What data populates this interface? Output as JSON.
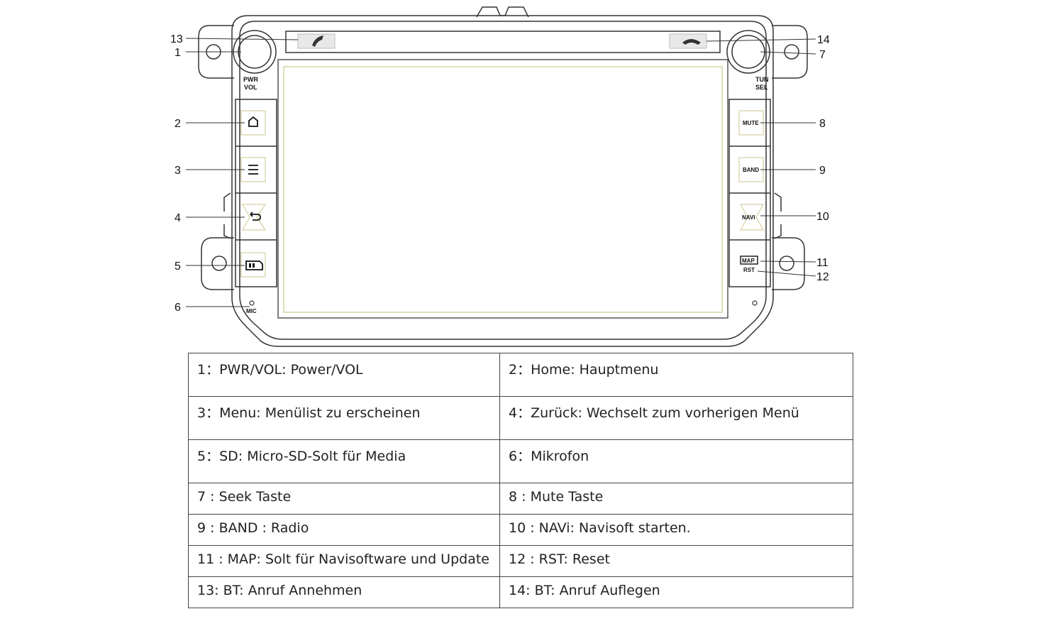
{
  "device": {
    "knob_left_label": [
      "PWR",
      "VOL"
    ],
    "knob_right_label": [
      "TUN",
      "SEL"
    ],
    "buttons_right": [
      "MUTE",
      "BAND",
      "NAVI",
      "MAP",
      "RST"
    ],
    "mic_label": "MIC",
    "icons": [
      "home-icon",
      "menu-icon",
      "back-icon",
      "sd-card-icon",
      "phone-answer-icon",
      "phone-hangup-icon"
    ]
  },
  "callouts": [
    "1",
    "2",
    "3",
    "4",
    "5",
    "6",
    "7",
    "8",
    "9",
    "10",
    "11",
    "12",
    "13",
    "14"
  ],
  "legend": {
    "rows": [
      [
        "1：PWR/VOL: Power/VOL",
        "2：Home: Hauptmenu"
      ],
      [
        "3：Menu: Menülist zu erscheinen",
        "4：Zurück: Wechselt zum vorherigen Menü"
      ],
      [
        "5：SD: Micro-SD-Solt für Media",
        "6：Mikrofon"
      ],
      [
        "7 : Seek Taste",
        "8 : Mute Taste"
      ],
      [
        "9 : BAND : Radio",
        "10 : NAVi: Navisoft starten."
      ],
      [
        "11 : MAP: Solt für Navisoftware und Update",
        "12 : RST: Reset"
      ],
      [
        "13: BT: Anruf Annehmen",
        " 14: BT: Anruf Auflegen"
      ]
    ]
  }
}
